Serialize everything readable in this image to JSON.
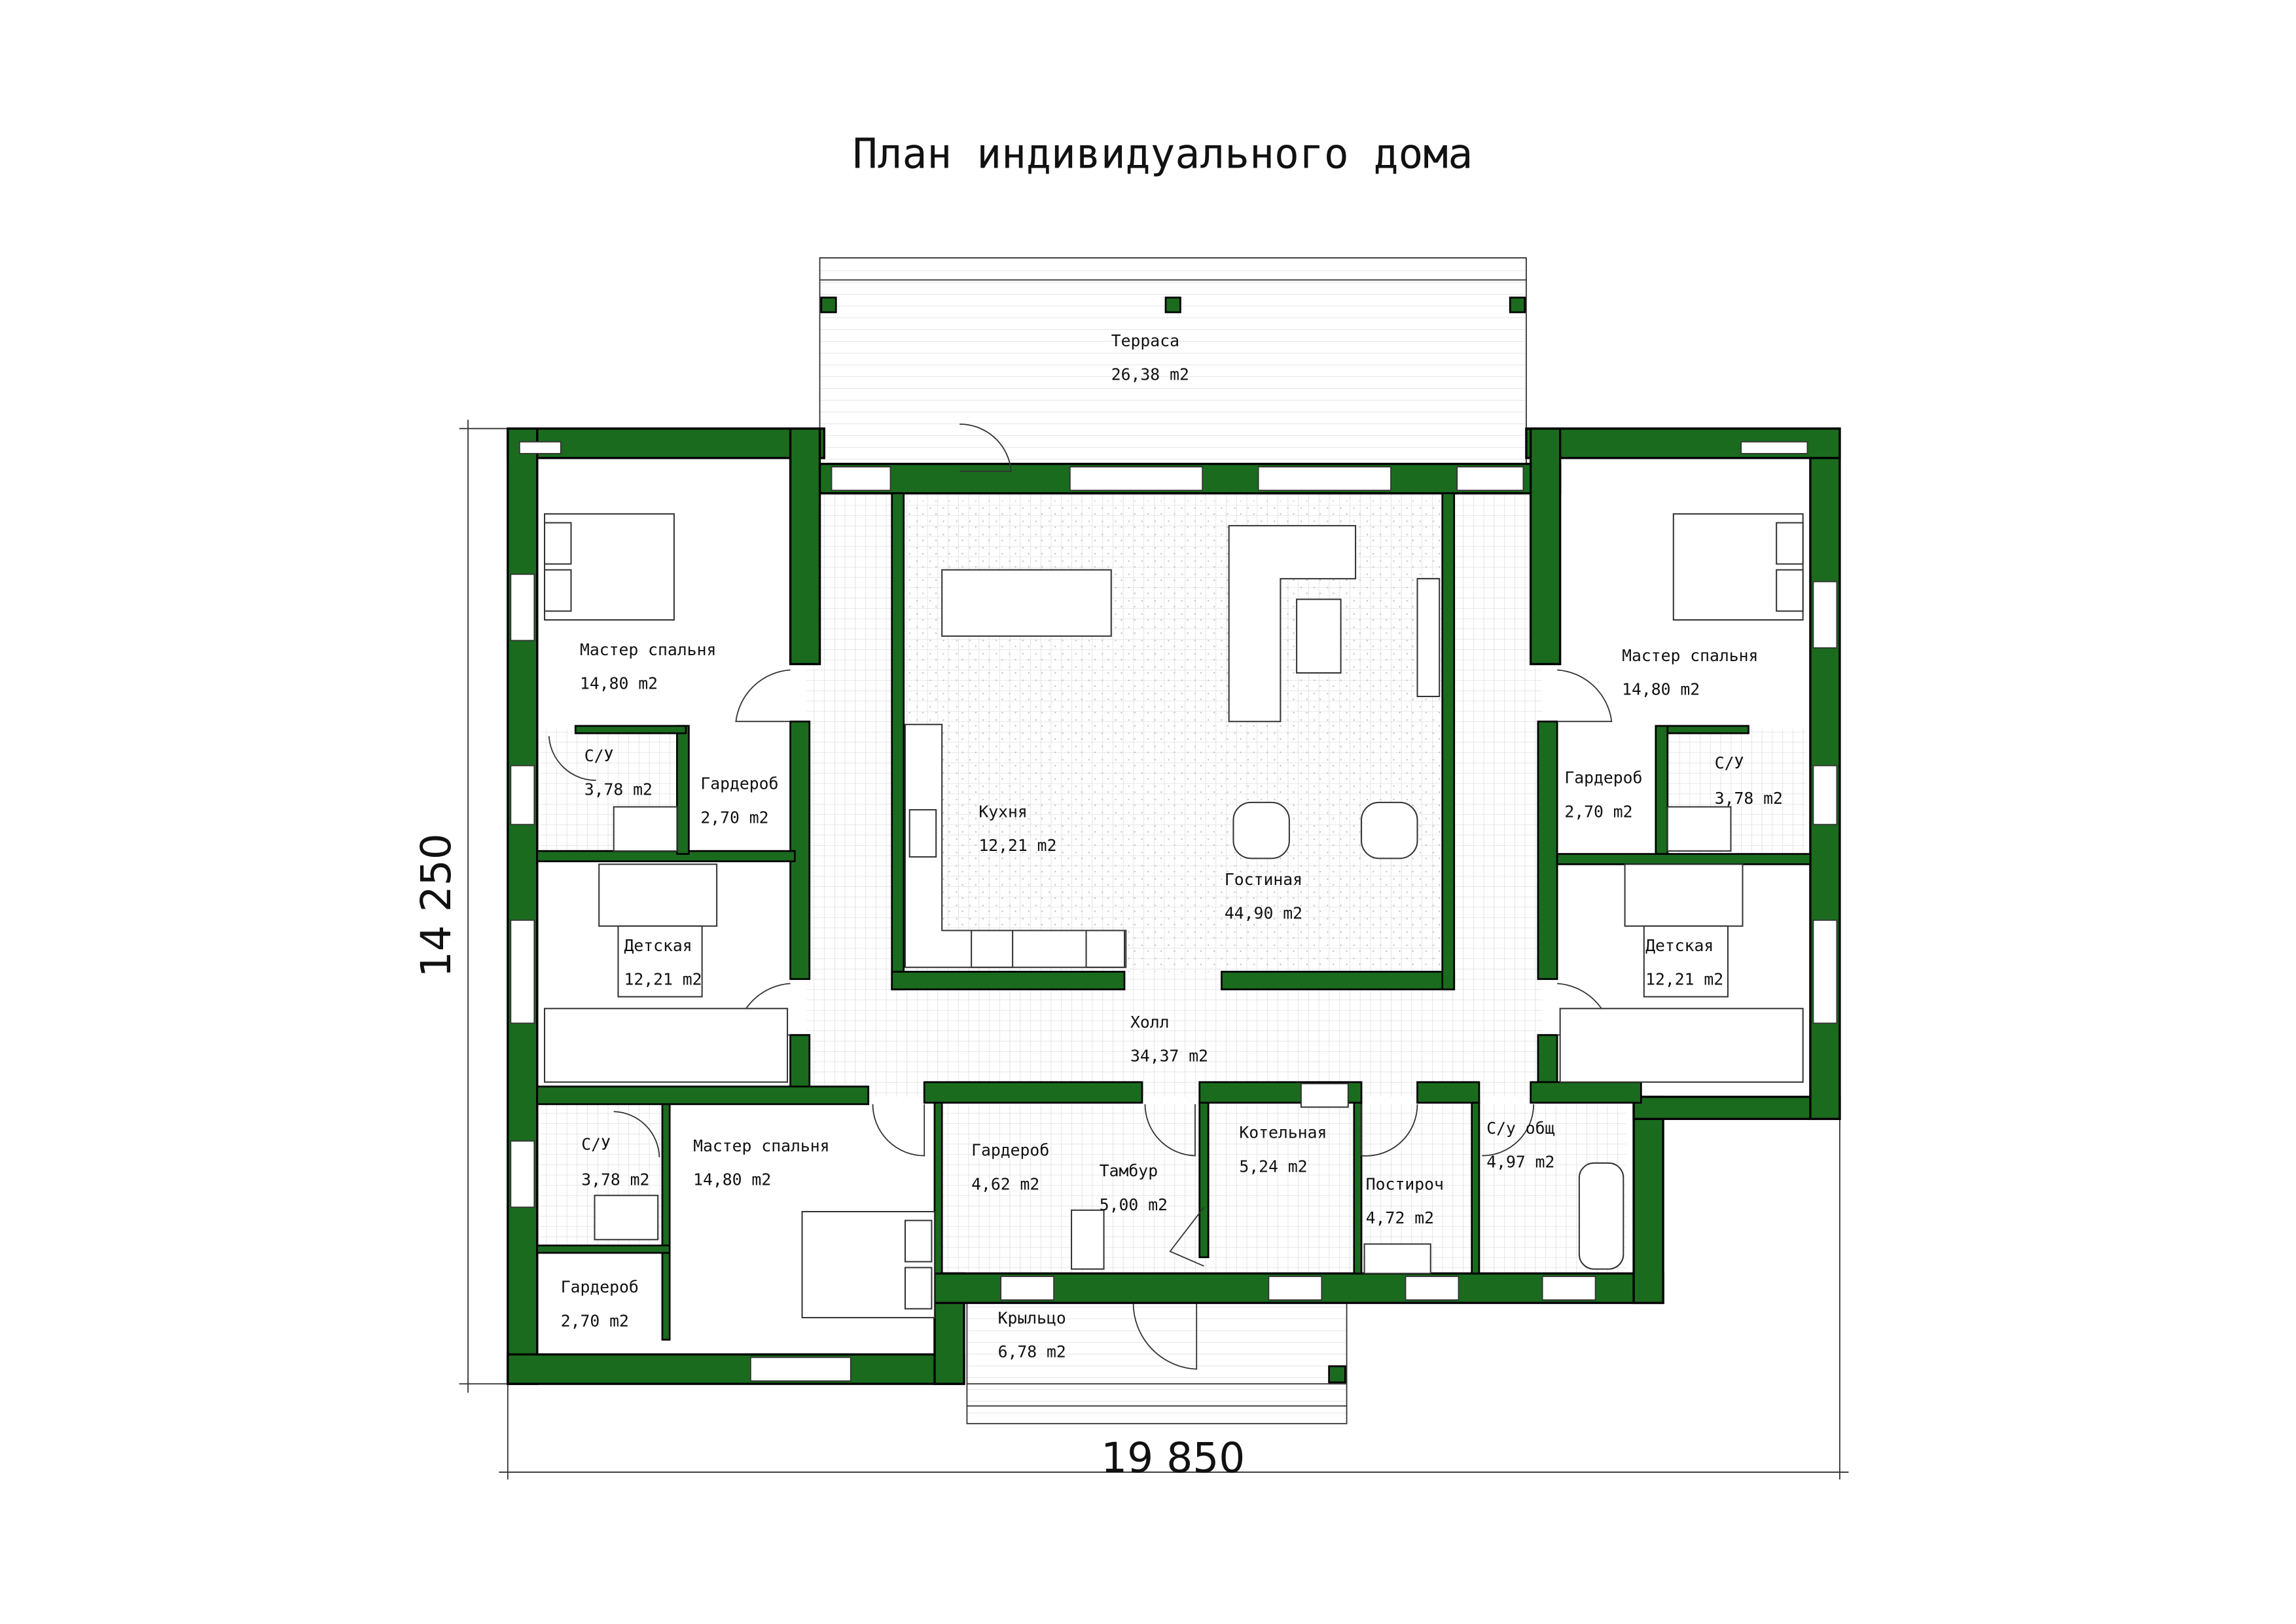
{
  "title": "План индивидуального дома",
  "colors": {
    "wall": "#1b6b1e",
    "floor_grid": "#d9d9d9"
  },
  "dimensions": {
    "width": "19 850",
    "height": "14 250"
  },
  "rooms": {
    "terrace": {
      "name": "Терраса",
      "area": "26,38 m2"
    },
    "master_left": {
      "name": "Мастер спальня",
      "area": "14,80 m2"
    },
    "bath_left": {
      "name": "С/У",
      "area": "3,78 m2"
    },
    "wardrobe_left": {
      "name": "Гардероб",
      "area": "2,70 m2"
    },
    "kitchen": {
      "name": "Кухня",
      "area": "12,21 m2"
    },
    "living": {
      "name": "Гостиная",
      "area": "44,90 m2"
    },
    "kids_left": {
      "name": "Детская",
      "area": "12,21 m2"
    },
    "hall": {
      "name": "Холл",
      "area": "34,37 m2"
    },
    "master_right": {
      "name": "Мастер спальня",
      "area": "14,80 m2"
    },
    "wardrobe_right": {
      "name": "Гардероб",
      "area": "2,70 m2"
    },
    "bath_right": {
      "name": "С/У",
      "area": "3,78 m2"
    },
    "kids_right": {
      "name": "Детская",
      "area": "12,21 m2"
    },
    "bath_bottom": {
      "name": "С/У",
      "area": "3,78 m2"
    },
    "master_bottom": {
      "name": "Мастер спальня",
      "area": "14,80 m2"
    },
    "wardrobe_entry": {
      "name": "Гардероб",
      "area": "4,62 m2"
    },
    "vestibule": {
      "name": "Тамбур",
      "area": "5,00 m2"
    },
    "boiler": {
      "name": "Котельная",
      "area": "5,24 m2"
    },
    "laundry": {
      "name": "Постироч",
      "area": "4,72 m2"
    },
    "bath_common": {
      "name": "С/у общ",
      "area": "4,97 m2"
    },
    "wardrobe_bottom": {
      "name": "Гардероб",
      "area": "2,70 m2"
    },
    "porch": {
      "name": "Крыльцо",
      "area": "6,78 m2"
    }
  }
}
